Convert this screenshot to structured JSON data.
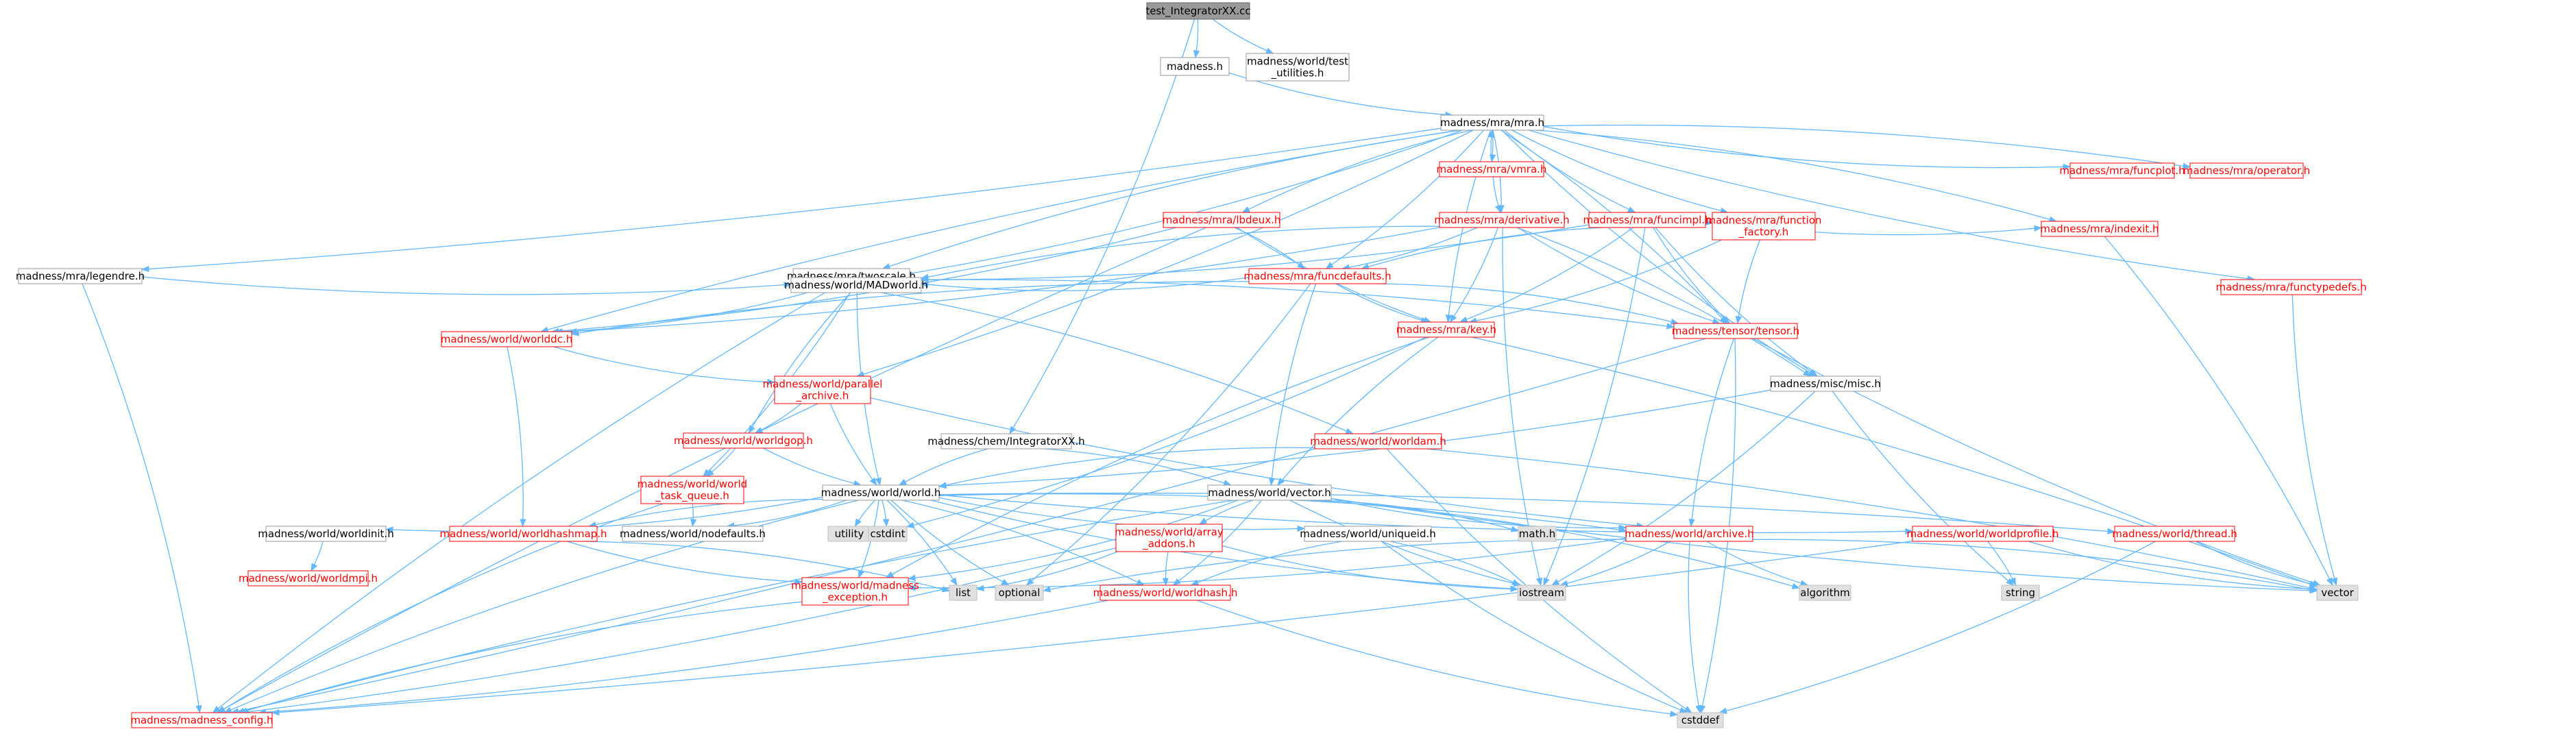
{
  "colors": {
    "edge": "#63b8ff",
    "border_default": "#999999",
    "border_incomplete": "#ff0000",
    "border_external": "#bfbfbf",
    "fill_root": "#999999",
    "fill_external": "#e0e0e0",
    "text_default": "#000000",
    "text_incomplete": "#ff0000"
  },
  "nodes": [
    {
      "id": "root",
      "lines": [
        "test_IntegratorXX.cc"
      ],
      "style": "root"
    },
    {
      "id": "madness_h",
      "lines": [
        "madness.h"
      ],
      "style": "normal"
    },
    {
      "id": "test_utilities",
      "lines": [
        "madness/world/test",
        "_utilities.h"
      ],
      "style": "normal"
    },
    {
      "id": "mra_h",
      "lines": [
        "madness/mra/mra.h"
      ],
      "style": "normal"
    },
    {
      "id": "vmra",
      "lines": [
        "madness/mra/vmra.h"
      ],
      "style": "incomplete"
    },
    {
      "id": "funcplot",
      "lines": [
        "madness/mra/funcplot.h"
      ],
      "style": "incomplete"
    },
    {
      "id": "operator",
      "lines": [
        "madness/mra/operator.h"
      ],
      "style": "incomplete"
    },
    {
      "id": "lbdeux",
      "lines": [
        "madness/mra/lbdeux.h"
      ],
      "style": "incomplete"
    },
    {
      "id": "derivative",
      "lines": [
        "madness/mra/derivative.h"
      ],
      "style": "incomplete"
    },
    {
      "id": "funcimpl",
      "lines": [
        "madness/mra/funcimpl.h"
      ],
      "style": "incomplete"
    },
    {
      "id": "legendre",
      "lines": [
        "madness/mra/legendre.h"
      ],
      "style": "normal"
    },
    {
      "id": "twoscale",
      "lines": [
        "madness/mra/twoscale.h"
      ],
      "style": "normal"
    },
    {
      "id": "funcdefaults",
      "lines": [
        "madness/mra/funcdefaults.h"
      ],
      "style": "incomplete"
    },
    {
      "id": "function_factory",
      "lines": [
        "madness/mra/function",
        "_factory.h"
      ],
      "style": "incomplete"
    },
    {
      "id": "indexit",
      "lines": [
        "madness/mra/indexit.h"
      ],
      "style": "incomplete"
    },
    {
      "id": "functypedefs",
      "lines": [
        "madness/mra/functypedefs.h"
      ],
      "style": "incomplete"
    },
    {
      "id": "madworld",
      "lines": [
        "madness/world/MADworld.h"
      ],
      "style": "normal"
    },
    {
      "id": "key",
      "lines": [
        "madness/mra/key.h"
      ],
      "style": "incomplete"
    },
    {
      "id": "tensor",
      "lines": [
        "madness/tensor/tensor.h"
      ],
      "style": "incomplete"
    },
    {
      "id": "worlddc",
      "lines": [
        "madness/world/worlddc.h"
      ],
      "style": "incomplete"
    },
    {
      "id": "parallel_archive",
      "lines": [
        "madness/world/parallel",
        "_archive.h"
      ],
      "style": "incomplete"
    },
    {
      "id": "misc",
      "lines": [
        "madness/misc/misc.h"
      ],
      "style": "normal"
    },
    {
      "id": "worldgop",
      "lines": [
        "madness/world/worldgop.h"
      ],
      "style": "incomplete"
    },
    {
      "id": "integratorxx",
      "lines": [
        "madness/chem/IntegratorXX.h"
      ],
      "style": "normal"
    },
    {
      "id": "worldam",
      "lines": [
        "madness/world/worldam.h"
      ],
      "style": "incomplete"
    },
    {
      "id": "world_task_queue",
      "lines": [
        "madness/world/world",
        "_task_queue.h"
      ],
      "style": "incomplete"
    },
    {
      "id": "world_h",
      "lines": [
        "madness/world/world.h"
      ],
      "style": "normal"
    },
    {
      "id": "vector_h",
      "lines": [
        "madness/world/vector.h"
      ],
      "style": "normal"
    },
    {
      "id": "worldinit",
      "lines": [
        "madness/world/worldinit.h"
      ],
      "style": "normal"
    },
    {
      "id": "worldhashmap",
      "lines": [
        "madness/world/worldhashmap.h"
      ],
      "style": "incomplete"
    },
    {
      "id": "nodefaults",
      "lines": [
        "madness/world/nodefaults.h"
      ],
      "style": "normal"
    },
    {
      "id": "utility",
      "lines": [
        "utility"
      ],
      "style": "external"
    },
    {
      "id": "cstdint",
      "lines": [
        "cstdint"
      ],
      "style": "external"
    },
    {
      "id": "array_addons",
      "lines": [
        "madness/world/array",
        "_addons.h"
      ],
      "style": "incomplete"
    },
    {
      "id": "uniqueid",
      "lines": [
        "madness/world/uniqueid.h"
      ],
      "style": "normal"
    },
    {
      "id": "mathh",
      "lines": [
        "math.h"
      ],
      "style": "external"
    },
    {
      "id": "archive",
      "lines": [
        "madness/world/archive.h"
      ],
      "style": "incomplete"
    },
    {
      "id": "worldprofile",
      "lines": [
        "madness/world/worldprofile.h"
      ],
      "style": "incomplete"
    },
    {
      "id": "thread",
      "lines": [
        "madness/world/thread.h"
      ],
      "style": "incomplete"
    },
    {
      "id": "worldmpi",
      "lines": [
        "madness/world/worldmpi.h"
      ],
      "style": "incomplete"
    },
    {
      "id": "madness_exception",
      "lines": [
        "madness/world/madness",
        "_exception.h"
      ],
      "style": "incomplete"
    },
    {
      "id": "list",
      "lines": [
        "list"
      ],
      "style": "external"
    },
    {
      "id": "optional",
      "lines": [
        "optional"
      ],
      "style": "external"
    },
    {
      "id": "worldhash",
      "lines": [
        "madness/world/worldhash.h"
      ],
      "style": "incomplete"
    },
    {
      "id": "iostream",
      "lines": [
        "iostream"
      ],
      "style": "external"
    },
    {
      "id": "algorithm",
      "lines": [
        "algorithm"
      ],
      "style": "external"
    },
    {
      "id": "string",
      "lines": [
        "string"
      ],
      "style": "external"
    },
    {
      "id": "vector",
      "lines": [
        "vector"
      ],
      "style": "external"
    },
    {
      "id": "madness_config",
      "lines": [
        "madness/madness_config.h"
      ],
      "style": "incomplete"
    },
    {
      "id": "cstddef",
      "lines": [
        "cstddef"
      ],
      "style": "external"
    }
  ],
  "edges": [
    [
      "root",
      "madness_h"
    ],
    [
      "root",
      "test_utilities"
    ],
    [
      "root",
      "integratorxx"
    ],
    [
      "madness_h",
      "mra_h"
    ],
    [
      "mra_h",
      "vmra"
    ],
    [
      "mra_h",
      "funcplot"
    ],
    [
      "mra_h",
      "operator"
    ],
    [
      "mra_h",
      "lbdeux"
    ],
    [
      "mra_h",
      "derivative"
    ],
    [
      "mra_h",
      "funcimpl"
    ],
    [
      "mra_h",
      "legendre"
    ],
    [
      "mra_h",
      "twoscale"
    ],
    [
      "mra_h",
      "funcdefaults"
    ],
    [
      "mra_h",
      "function_factory"
    ],
    [
      "mra_h",
      "indexit"
    ],
    [
      "mra_h",
      "functypedefs"
    ],
    [
      "mra_h",
      "madworld"
    ],
    [
      "mra_h",
      "key"
    ],
    [
      "mra_h",
      "tensor"
    ],
    [
      "mra_h",
      "worlddc"
    ],
    [
      "mra_h",
      "parallel_archive"
    ],
    [
      "mra_h",
      "misc"
    ],
    [
      "vmra",
      "mra_h"
    ],
    [
      "vmra",
      "derivative"
    ],
    [
      "lbdeux",
      "funcdefaults"
    ],
    [
      "lbdeux",
      "key"
    ],
    [
      "lbdeux",
      "worlddc"
    ],
    [
      "lbdeux",
      "madness_config"
    ],
    [
      "derivative",
      "funcdefaults"
    ],
    [
      "derivative",
      "madworld"
    ],
    [
      "derivative",
      "key"
    ],
    [
      "derivative",
      "tensor"
    ],
    [
      "derivative",
      "misc"
    ],
    [
      "derivative",
      "iostream"
    ],
    [
      "derivative",
      "worlddc"
    ],
    [
      "funcimpl",
      "funcdefaults"
    ],
    [
      "funcimpl",
      "function_factory"
    ],
    [
      "funcimpl",
      "indexit"
    ],
    [
      "funcimpl",
      "key"
    ],
    [
      "funcimpl",
      "tensor"
    ],
    [
      "funcimpl",
      "madworld"
    ],
    [
      "funcimpl",
      "misc"
    ],
    [
      "funcimpl",
      "iostream"
    ],
    [
      "legendre",
      "madworld"
    ],
    [
      "legendre",
      "madness_config"
    ],
    [
      "twoscale",
      "madworld"
    ],
    [
      "twoscale",
      "tensor"
    ],
    [
      "twoscale",
      "madness_config"
    ],
    [
      "funcdefaults",
      "madworld"
    ],
    [
      "funcdefaults",
      "key"
    ],
    [
      "funcdefaults",
      "tensor"
    ],
    [
      "funcdefaults",
      "vector_h"
    ],
    [
      "funcdefaults",
      "optional"
    ],
    [
      "funcdefaults",
      "worlddc"
    ],
    [
      "function_factory",
      "key"
    ],
    [
      "function_factory",
      "tensor"
    ],
    [
      "indexit",
      "vector"
    ],
    [
      "functypedefs",
      "vector"
    ],
    [
      "madworld",
      "worlddc"
    ],
    [
      "madworld",
      "worldgop"
    ],
    [
      "madworld",
      "worldam"
    ],
    [
      "madworld",
      "world_h"
    ],
    [
      "madworld",
      "world_task_queue"
    ],
    [
      "key",
      "vector_h"
    ],
    [
      "key",
      "cstdint"
    ],
    [
      "key",
      "madness_exception"
    ],
    [
      "key",
      "vector"
    ],
    [
      "tensor",
      "archive"
    ],
    [
      "tensor",
      "madness_config"
    ],
    [
      "tensor",
      "vector"
    ],
    [
      "tensor",
      "cstddef"
    ],
    [
      "worlddc",
      "parallel_archive"
    ],
    [
      "worlddc",
      "worldhashmap"
    ],
    [
      "parallel_archive",
      "world_h"
    ],
    [
      "parallel_archive",
      "worldgop"
    ],
    [
      "parallel_archive",
      "archive"
    ],
    [
      "misc",
      "iostream"
    ],
    [
      "misc",
      "string"
    ],
    [
      "misc",
      "world_h"
    ],
    [
      "worldgop",
      "world_h"
    ],
    [
      "worldgop",
      "world_task_queue"
    ],
    [
      "integratorxx",
      "world_h"
    ],
    [
      "integratorxx",
      "vector_h"
    ],
    [
      "worldam",
      "world_h"
    ],
    [
      "worldam",
      "vector"
    ],
    [
      "worldam",
      "cstddef"
    ],
    [
      "world_task_queue",
      "nodefaults"
    ],
    [
      "world_task_queue",
      "madness_config"
    ],
    [
      "world_h",
      "worldinit"
    ],
    [
      "world_h",
      "worldhashmap"
    ],
    [
      "world_h",
      "nodefaults"
    ],
    [
      "world_h",
      "utility"
    ],
    [
      "world_h",
      "cstdint"
    ],
    [
      "world_h",
      "uniqueid"
    ],
    [
      "world_h",
      "list"
    ],
    [
      "world_h",
      "optional"
    ],
    [
      "world_h",
      "worldhash"
    ],
    [
      "world_h",
      "iostream"
    ],
    [
      "world_h",
      "archive"
    ],
    [
      "world_h",
      "worldprofile"
    ],
    [
      "world_h",
      "thread"
    ],
    [
      "world_h",
      "madness_config"
    ],
    [
      "world_h",
      "madness_exception"
    ],
    [
      "vector_h",
      "array_addons"
    ],
    [
      "vector_h",
      "worldhash"
    ],
    [
      "vector_h",
      "archive"
    ],
    [
      "vector_h",
      "mathh"
    ],
    [
      "vector_h",
      "iostream"
    ],
    [
      "vector_h",
      "algorithm"
    ],
    [
      "vector_h",
      "vector"
    ],
    [
      "vector_h",
      "madness_exception"
    ],
    [
      "vector_h",
      "madness_config"
    ],
    [
      "worldinit",
      "worldmpi"
    ],
    [
      "worldhashmap",
      "madness_exception"
    ],
    [
      "worldhashmap",
      "list"
    ],
    [
      "array_addons",
      "worldhash"
    ],
    [
      "array_addons",
      "madness_config"
    ],
    [
      "array_addons",
      "iostream"
    ],
    [
      "array_addons",
      "list"
    ],
    [
      "uniqueid",
      "worldhash"
    ],
    [
      "uniqueid",
      "iostream"
    ],
    [
      "uniqueid",
      "cstddef"
    ],
    [
      "archive",
      "iostream"
    ],
    [
      "archive",
      "algorithm"
    ],
    [
      "archive",
      "vector"
    ],
    [
      "archive",
      "cstddef"
    ],
    [
      "archive",
      "madness_exception"
    ],
    [
      "archive",
      "optional"
    ],
    [
      "worldprofile",
      "string"
    ],
    [
      "worldprofile",
      "vector"
    ],
    [
      "worldprofile",
      "madness_config"
    ],
    [
      "thread",
      "vector"
    ],
    [
      "thread",
      "cstddef"
    ],
    [
      "madness_exception",
      "madness_config"
    ],
    [
      "worldhash",
      "madness_config"
    ],
    [
      "worldhash",
      "cstddef"
    ]
  ]
}
